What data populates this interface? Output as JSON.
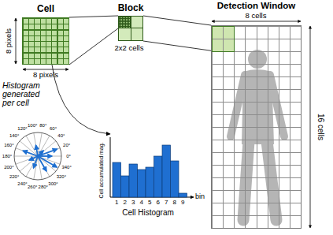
{
  "diagram": {
    "nodes": [
      {
        "text": [
          "Cell"
        ]
      },
      {
        "text": [
          "Block"
        ]
      },
      {
        "text": [
          "Detection Window"
        ]
      },
      {
        "text": [
          "Cell Histogram"
        ]
      }
    ],
    "edges": [
      {
        "from": 0,
        "to": 1,
        "arrow": "none"
      },
      {
        "from": 1,
        "to": 2,
        "arrow": "none"
      },
      {
        "from": 0,
        "to": 3,
        "arrow": "to",
        "label": "Histogram generated per cell"
      }
    ],
    "labels": [
      "8 pixels",
      "8 pixels",
      "2x2 cells",
      "8 cells",
      "16 cells",
      "0°",
      "20°",
      "40°",
      "60°",
      "80°",
      "100°",
      "120°",
      "140°",
      "160°",
      "180°",
      "200°",
      "220°",
      "240°",
      "260°",
      "280°",
      "300°",
      "320°",
      "340°",
      "Cell accumulated mag.",
      "1",
      "2",
      "3",
      "4",
      "5",
      "6",
      "7",
      "8",
      "9",
      "bin"
    ]
  }
}
